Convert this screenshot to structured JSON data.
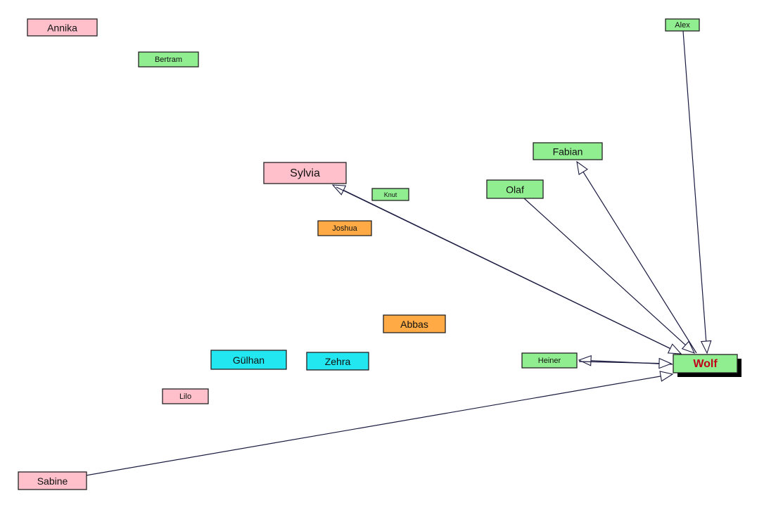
{
  "colors": {
    "female": "#ffc0cb",
    "male": "#90ee90",
    "orange": "#ffaa44",
    "cyan": "#22e6f0",
    "edge": "#1a1a40",
    "focus_text": "#c0001a"
  },
  "nodes": [
    {
      "id": "annika",
      "label": "Annika",
      "color": "female",
      "size": "m"
    },
    {
      "id": "bertram",
      "label": "Bertram",
      "color": "male",
      "size": "s"
    },
    {
      "id": "alex",
      "label": "Alex",
      "color": "male",
      "size": "s"
    },
    {
      "id": "fabian",
      "label": "Fabian",
      "color": "male",
      "size": "m"
    },
    {
      "id": "sylvia",
      "label": "Sylvia",
      "color": "female",
      "size": "l"
    },
    {
      "id": "knut",
      "label": "Knut",
      "color": "male",
      "size": "xs"
    },
    {
      "id": "olaf",
      "label": "Olaf",
      "color": "male",
      "size": "m"
    },
    {
      "id": "joshua",
      "label": "Joshua",
      "color": "orange",
      "size": "s"
    },
    {
      "id": "abbas",
      "label": "Abbas",
      "color": "orange",
      "size": "m"
    },
    {
      "id": "guelhan",
      "label": "Gülhan",
      "color": "cyan",
      "size": "m"
    },
    {
      "id": "zehra",
      "label": "Zehra",
      "color": "cyan",
      "size": "m"
    },
    {
      "id": "heiner",
      "label": "Heiner",
      "color": "male",
      "size": "s"
    },
    {
      "id": "wolf",
      "label": "Wolf",
      "color": "male",
      "size": "m",
      "focus": true
    },
    {
      "id": "lilo",
      "label": "Lilo",
      "color": "female",
      "size": "s"
    },
    {
      "id": "sabine",
      "label": "Sabine",
      "color": "female",
      "size": "m"
    }
  ],
  "edges": [
    {
      "from": "alex",
      "to": "wolf"
    },
    {
      "from": "wolf",
      "to": "fabian"
    },
    {
      "from": "olaf",
      "to": "wolf"
    },
    {
      "from": "wolf",
      "to": "sylvia"
    },
    {
      "from": "sylvia",
      "to": "wolf"
    },
    {
      "from": "wolf",
      "to": "heiner"
    },
    {
      "from": "heiner",
      "to": "wolf"
    },
    {
      "from": "sabine",
      "to": "wolf"
    }
  ]
}
